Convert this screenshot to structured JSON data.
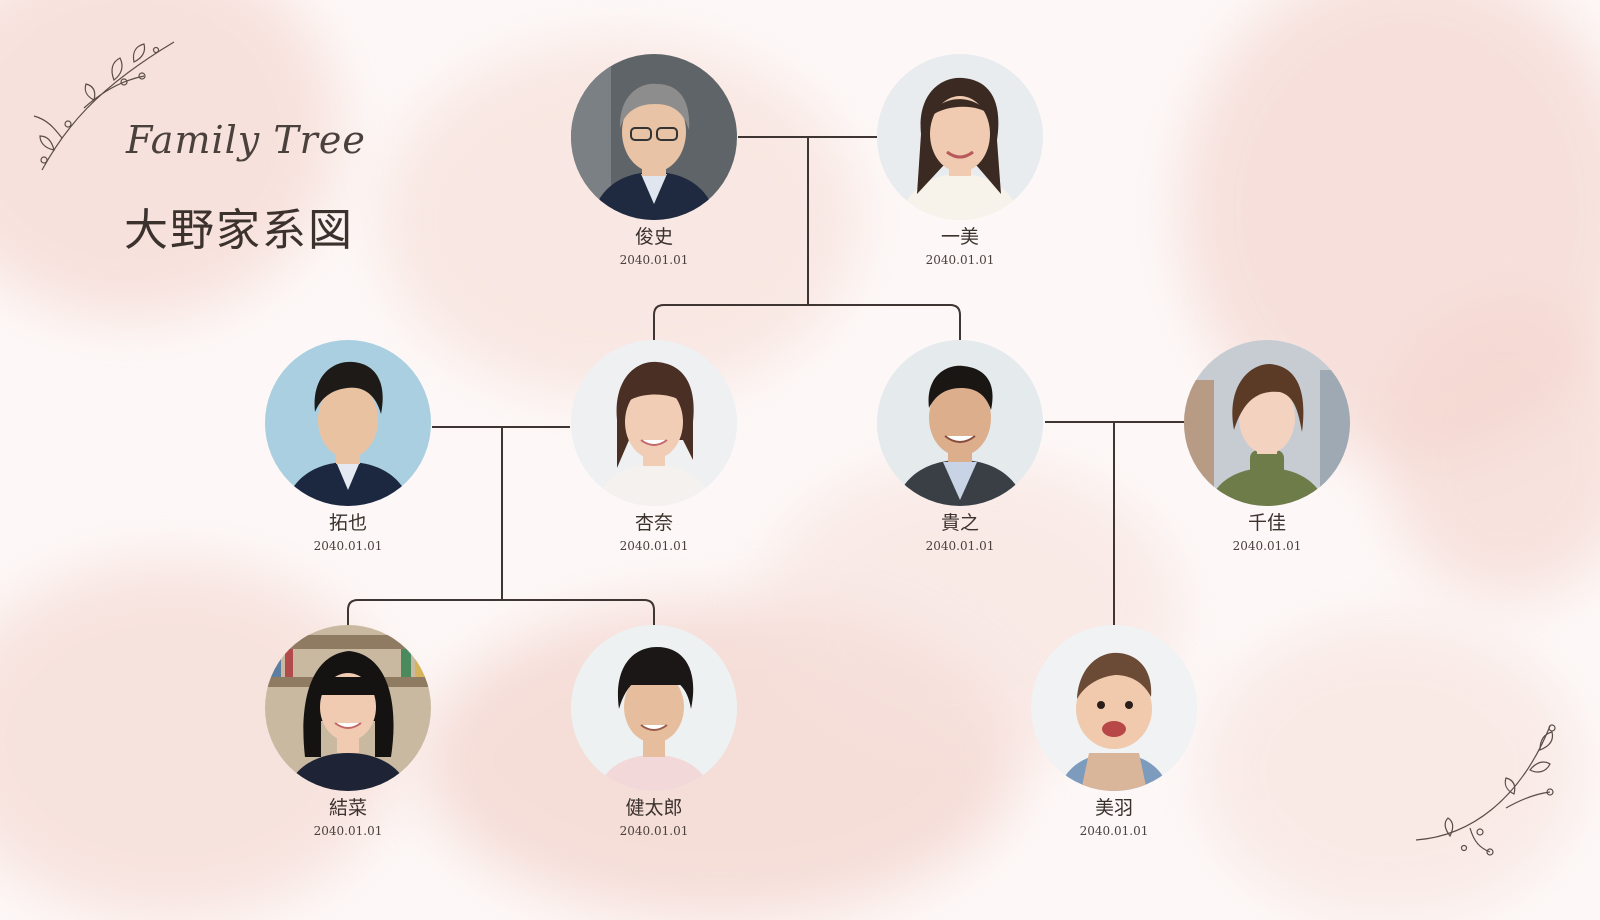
{
  "header": {
    "subtitle": "Family Tree",
    "title": "大野家系図"
  },
  "members": [
    {
      "id": "toshifumi",
      "name": "俊史",
      "date": "2040.01.01",
      "skin": "#e8c3a6",
      "hair": "#8d8d8d",
      "bg": "#5f6468",
      "shirt": "#1f2a40"
    },
    {
      "id": "kazumi",
      "name": "一美",
      "date": "2040.01.01",
      "skin": "#f0cbb2",
      "hair": "#3a2a22",
      "bg": "#e9ecef",
      "shirt": "#f7f3ea"
    },
    {
      "id": "takuya",
      "name": "拓也",
      "date": "2040.01.01",
      "skin": "#e9c2a2",
      "hair": "#1d1a18",
      "bg": "#a9cfe0",
      "shirt": "#1c2740"
    },
    {
      "id": "anna",
      "name": "杏奈",
      "date": "2040.01.01",
      "skin": "#f2cdb6",
      "hair": "#4a2f24",
      "bg": "#eef0f2",
      "shirt": "#f4f1ee"
    },
    {
      "id": "takayuki",
      "name": "貴之",
      "date": "2040.01.01",
      "skin": "#dcae8c",
      "hair": "#1a1614",
      "bg": "#e5eaed",
      "shirt": "#3a3f46"
    },
    {
      "id": "chika",
      "name": "千佳",
      "date": "2040.01.01",
      "skin": "#f3d2bf",
      "hair": "#5b3a26",
      "bg": "#c7ccd2",
      "shirt": "#6e7c4a"
    },
    {
      "id": "yuina",
      "name": "結菜",
      "date": "2040.01.01",
      "skin": "#f0cbb2",
      "hair": "#151312",
      "bg": "#c9b9a0",
      "shirt": "#1e2336"
    },
    {
      "id": "kentaro",
      "name": "健太郎",
      "date": "2040.01.01",
      "skin": "#e7be9d",
      "hair": "#1a1716",
      "bg": "#eef1f2",
      "shirt": "#f2d8d8"
    },
    {
      "id": "miu",
      "name": "美羽",
      "date": "2040.01.01",
      "skin": "#f1c9ad",
      "hair": "#6b4a36",
      "bg": "#f0f2f3",
      "shirt": "#7d9bbd"
    }
  ],
  "colors": {
    "line": "#3f3532",
    "background_tint": "#f4d6d0"
  }
}
